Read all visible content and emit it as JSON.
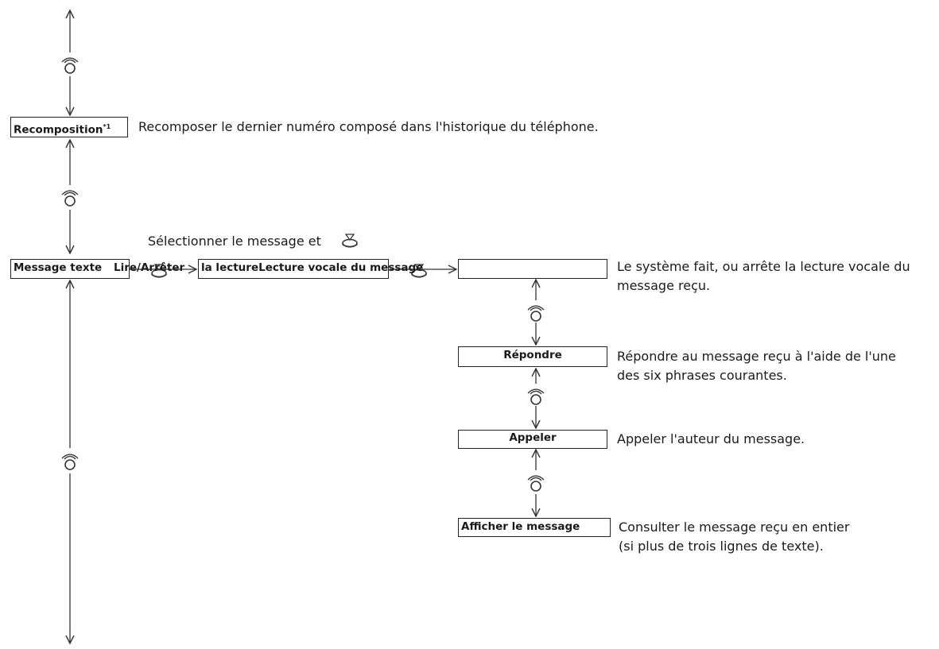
{
  "boxes": {
    "redial_label": "Recomposition",
    "redial_footnote": "*1",
    "text_message_label": "Message texte",
    "read_stop_label": "Lire/Arrêter la lecture",
    "voice_reading_label": "Lecture vocale du message",
    "reply_label": "Répondre",
    "call_label": "Appeler",
    "show_message_label": "Afficher le message"
  },
  "descriptions": {
    "redial": "Recomposer le dernier numéro composé dans l'historique du téléphone.",
    "select_prompt": "Sélectionner le message et",
    "reading_line1": "Le système fait, ou arrête la lecture vocale du",
    "reading_line2": "message reçu.",
    "reply_line1": "Répondre au message reçu à l'aide de l'une",
    "reply_line2": "des six phrases courantes.",
    "call": "Appeler l'auteur du message.",
    "show_line1": "Consulter le message reçu en entier",
    "show_line2": "(si plus de trois lignes de texte)."
  },
  "icons": {
    "rotate": "interface-dial-rotate-icon",
    "press": "interface-dial-press-icon"
  }
}
